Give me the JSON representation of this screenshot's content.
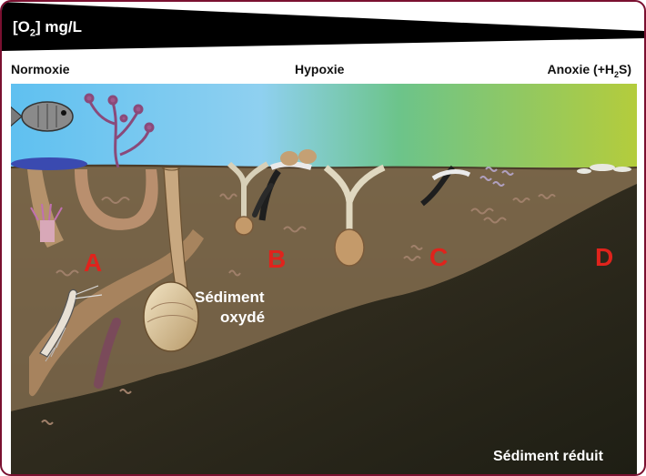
{
  "header": {
    "oxygen_unit_label": "mg/L",
    "oxygen_formula": {
      "prefix": "[O",
      "subscript": "2",
      "suffix": "]"
    }
  },
  "zones": {
    "normoxie": "Normoxie",
    "hypoxie": "Hypoxie",
    "anoxie": {
      "prefix": "Anoxie (+H",
      "subscript": "2",
      "suffix": "S)"
    }
  },
  "stations": [
    {
      "letter": "A"
    },
    {
      "letter": "B"
    },
    {
      "letter": "C"
    },
    {
      "letter": "D"
    }
  ],
  "sediment": {
    "oxidized_line1": "Sédiment",
    "oxidized_line2": "oxydé",
    "reduced": "Sédiment réduit"
  },
  "colors": {
    "frame_border": "#7a1030",
    "station_letters": "#e0231c",
    "water_normoxic": "#5fc0f0",
    "water_hypoxic": "#6cc48a",
    "water_anoxic": "#b4cc3c",
    "sediment_oxidized": "#8a6a4a",
    "sediment_reduced": "#2a2a1c"
  }
}
